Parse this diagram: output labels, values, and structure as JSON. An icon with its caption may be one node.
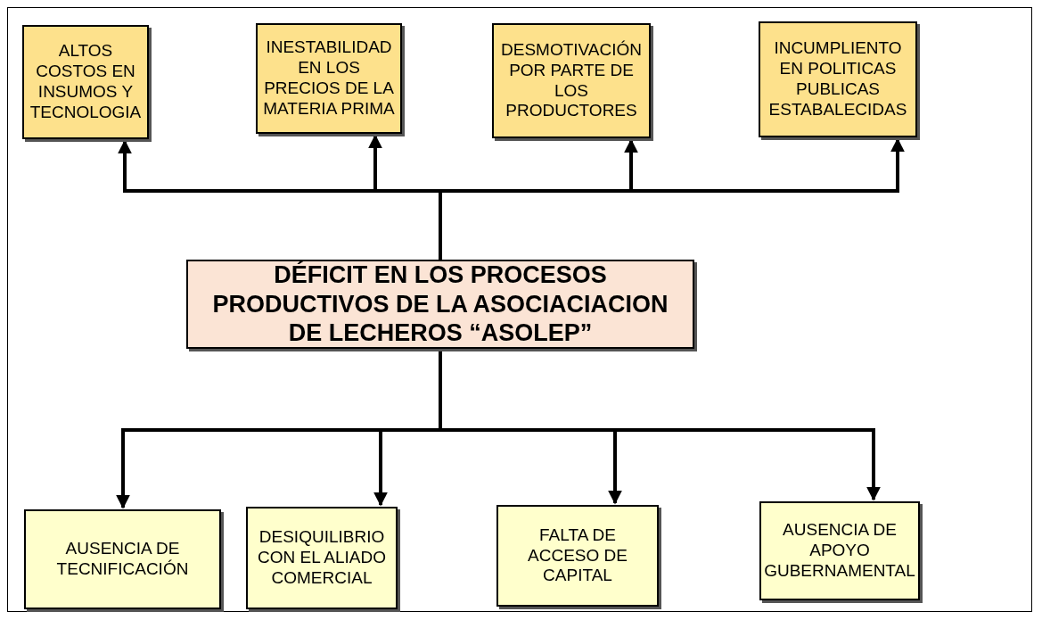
{
  "diagram": {
    "nodes": [
      {
        "text": [
          "ALTOS COSTOS EN INSUMOS Y TECNOLOGIA"
        ]
      },
      {
        "text": [
          "INESTABILIDAD EN LOS PRECIOS DE LA MATERIA PRIMA"
        ]
      },
      {
        "text": [
          "DESMOTIVACIÓN POR PARTE DE LOS PRODUCTORES"
        ]
      },
      {
        "text": [
          "INCUMPLIENTO EN POLITICAS PUBLICAS ESTABALECIDAS"
        ]
      },
      {
        "text": [
          "DÉFICIT EN LOS PROCESOS PRODUCTIVOS DE LA ASOCIACIACION DE LECHEROS “ASOLEP”"
        ]
      },
      {
        "text": [
          "AUSENCIA DE TECNIFICACIÓN"
        ]
      },
      {
        "text": [
          "DESIQUILIBRIO CON EL ALIADO COMERCIAL"
        ]
      },
      {
        "text": [
          "FALTA DE ACCESO DE CAPITAL"
        ]
      },
      {
        "text": [
          "AUSENCIA DE APOYO GUBERNAMENTAL"
        ]
      }
    ],
    "edges": [
      {
        "from": 4,
        "to": 0,
        "arrow": "to"
      },
      {
        "from": 4,
        "to": 1,
        "arrow": "to"
      },
      {
        "from": 4,
        "to": 2,
        "arrow": "to"
      },
      {
        "from": 4,
        "to": 3,
        "arrow": "to"
      },
      {
        "from": 4,
        "to": 5,
        "arrow": "to"
      },
      {
        "from": 4,
        "to": 6,
        "arrow": "to"
      },
      {
        "from": 4,
        "to": 7,
        "arrow": "to"
      },
      {
        "from": 4,
        "to": 8,
        "arrow": "to"
      }
    ]
  }
}
